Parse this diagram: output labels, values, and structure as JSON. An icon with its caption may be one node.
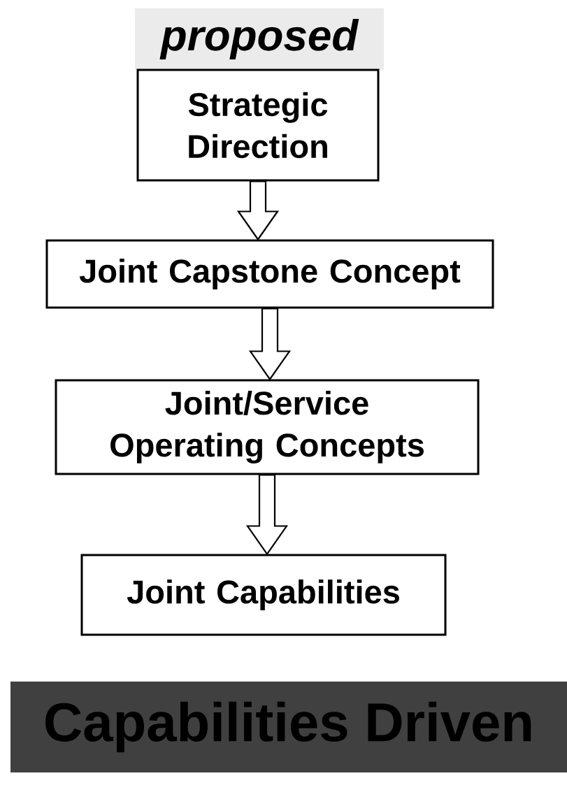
{
  "diagram": {
    "title": "proposed",
    "nodes": [
      {
        "text": [
          "Strategic Direction"
        ]
      },
      {
        "text": [
          "Joint Capstone Concept"
        ]
      },
      {
        "text": [
          "Joint/Service Operating Concepts"
        ]
      },
      {
        "text": [
          "Joint Capabilities"
        ]
      }
    ],
    "edges": [
      {
        "from": 0,
        "to": 1,
        "arrow": "to"
      },
      {
        "from": 1,
        "to": 2,
        "arrow": "to"
      },
      {
        "from": 2,
        "to": 3,
        "arrow": "to"
      }
    ],
    "caption": "Capabilities Driven"
  }
}
